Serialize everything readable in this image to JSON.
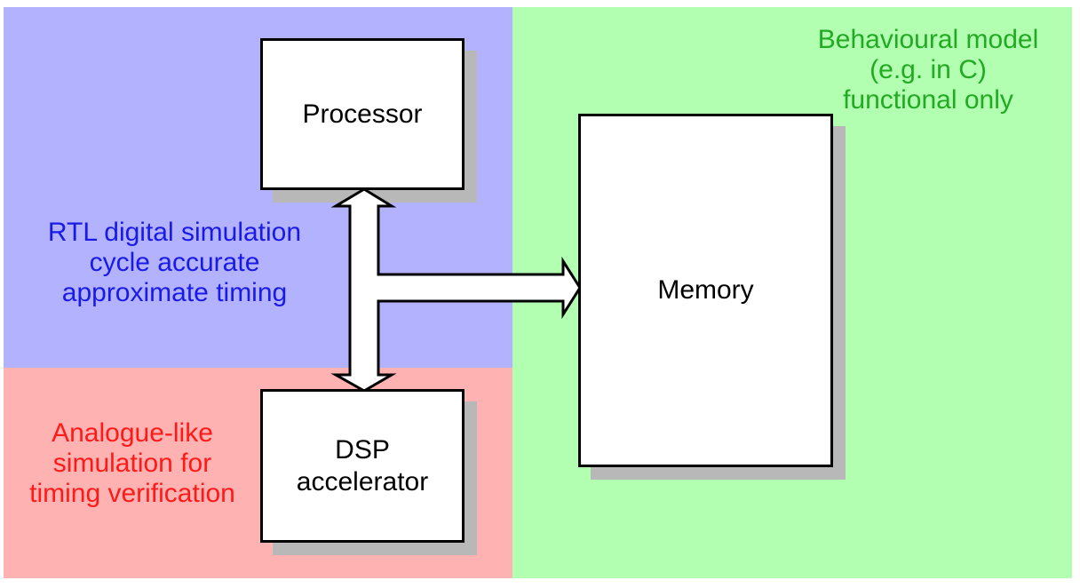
{
  "regions": {
    "rtl": {
      "label_lines": [
        "RTL digital simulation",
        "cycle accurate",
        "approximate timing"
      ],
      "color": "#b2b2ff",
      "text_color": "#1a1ae6"
    },
    "analog": {
      "label_lines": [
        "Analogue-like",
        "simulation for",
        "timing verification"
      ],
      "color": "#ffb2b2",
      "text_color": "#ff1a1a"
    },
    "behavioural": {
      "label_lines": [
        "Behavioural model",
        "(e.g. in C)",
        "functional only"
      ],
      "color": "#b2ffb2",
      "text_color": "#22aa22"
    }
  },
  "blocks": {
    "processor": {
      "label": "Processor"
    },
    "dsp": {
      "label_lines": [
        "DSP",
        "accelerator"
      ]
    },
    "memory": {
      "label": "Memory"
    }
  }
}
